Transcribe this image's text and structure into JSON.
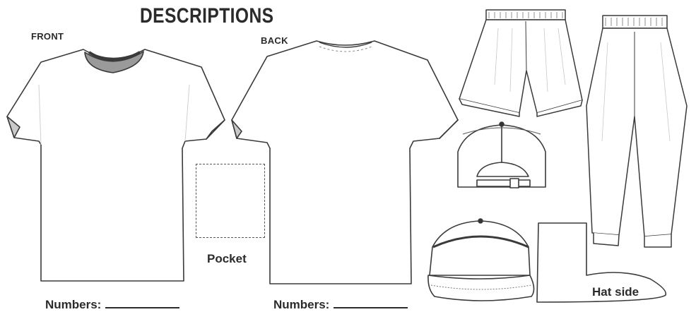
{
  "title": "DESCRIPTIONS",
  "front_label": "FRONT",
  "back_label": "BACK",
  "pocket_label": "Pocket",
  "hat_side_label": "Hat side",
  "numbers_front_label": "Numbers:",
  "numbers_back_label": "Numbers:",
  "colors": {
    "outline": "#3a3a3a",
    "shade": "#bdbdbd",
    "background": "#ffffff"
  },
  "icons": [
    "tshirt-front-icon",
    "tshirt-back-icon",
    "shorts-icon",
    "pants-icon",
    "cap-back-icon",
    "cap-front-icon",
    "hat-side-icon"
  ]
}
